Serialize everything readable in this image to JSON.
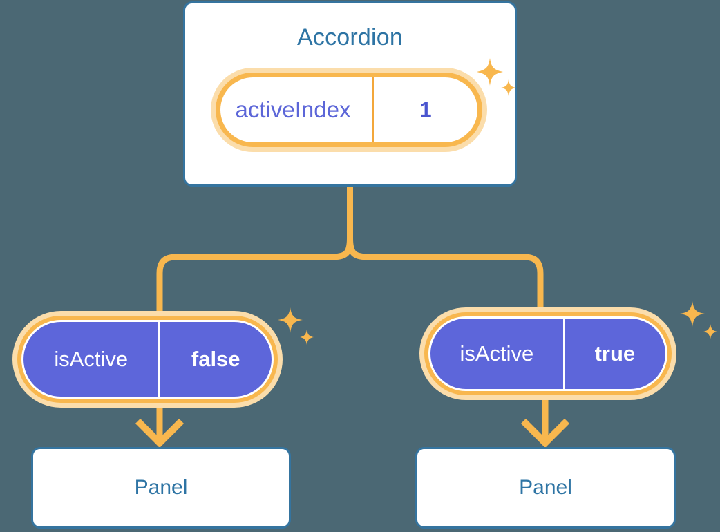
{
  "diagram": {
    "type": "component-tree",
    "background_color": "#4b6874",
    "accent_colors": {
      "card_border": "#35749f",
      "card_text": "#2e74a4",
      "connector": "#f8b74e",
      "pill_ring_outer": "#fbddab",
      "pill_ring_inner": "#f8b74e",
      "pill_fill_purple": "#5d66da",
      "pill_text_purple": "#5c66d8",
      "pill_text_white": "#ffffff"
    }
  },
  "root": {
    "title": "Accordion",
    "state_pill": {
      "key": "activeIndex",
      "value": "1"
    }
  },
  "children": [
    {
      "prop_pill": {
        "key": "isActive",
        "value": "false"
      },
      "leaf": {
        "title": "Panel"
      }
    },
    {
      "prop_pill": {
        "key": "isActive",
        "value": "true"
      },
      "leaf": {
        "title": "Panel"
      }
    }
  ],
  "icons": {
    "sparkle_large": "sparkle-icon",
    "sparkle_small": "sparkle-icon",
    "arrow_down": "arrow-down-icon"
  }
}
